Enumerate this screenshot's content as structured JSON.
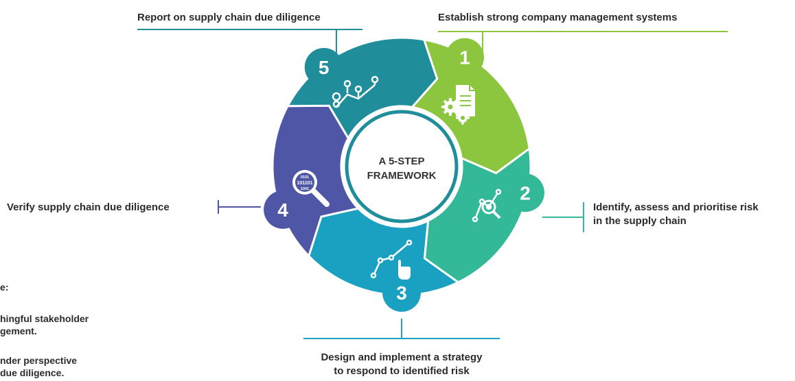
{
  "center": {
    "line1": "A 5-STEP",
    "line2": "FRAMEWORK"
  },
  "steps": [
    {
      "number": "1",
      "label": "Establish strong company management systems",
      "color": "#8cc63f",
      "icon": "document-gears-icon"
    },
    {
      "number": "2",
      "label_line1": "Identify, assess and prioritise risk",
      "label_line2": "in the supply chain",
      "color": "#33b998",
      "icon": "magnifier-trend-icon"
    },
    {
      "number": "3",
      "label_line1": "Design and implement a strategy",
      "label_line2": "to respond to identified risk",
      "color": "#1aa0c0",
      "icon": "chart-pointer-icon"
    },
    {
      "number": "4",
      "label": "Verify supply chain due diligence",
      "color": "#4f56a6",
      "icon": "binary-magnifier-icon"
    },
    {
      "number": "5",
      "label": "Report on supply chain due diligence",
      "color": "#1f8e9a",
      "icon": "map-route-icon"
    }
  ],
  "side_notes": [
    {
      "text": "e:"
    },
    {
      "text": "hingful stakeholder\ngement."
    },
    {
      "text": "nder perspective\ndue diligence."
    }
  ]
}
